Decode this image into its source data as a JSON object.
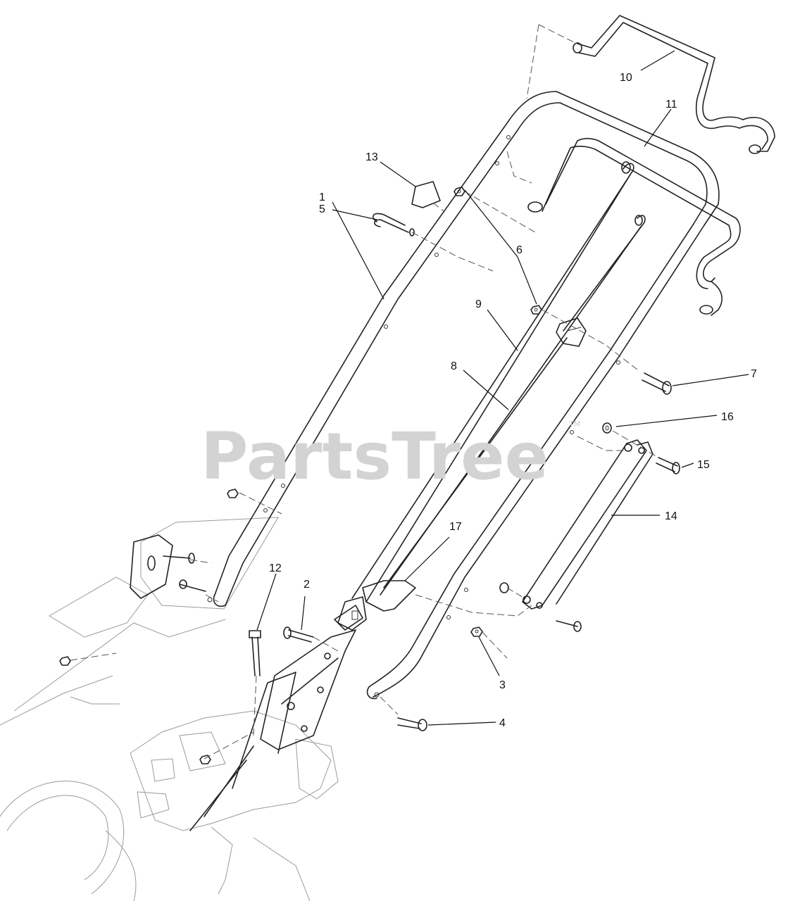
{
  "watermark": {
    "text": "PartsTree",
    "tm": "TM"
  },
  "callouts": [
    {
      "id": "c1",
      "label": "1"
    },
    {
      "id": "c2",
      "label": "2"
    },
    {
      "id": "c3",
      "label": "3"
    },
    {
      "id": "c4",
      "label": "4"
    },
    {
      "id": "c5",
      "label": "5"
    },
    {
      "id": "c6",
      "label": "6"
    },
    {
      "id": "c7",
      "label": "7"
    },
    {
      "id": "c8",
      "label": "8"
    },
    {
      "id": "c9",
      "label": "9"
    },
    {
      "id": "c10",
      "label": "10"
    },
    {
      "id": "c11",
      "label": "11"
    },
    {
      "id": "c12",
      "label": "12"
    },
    {
      "id": "c13",
      "label": "13"
    },
    {
      "id": "c14",
      "label": "14"
    },
    {
      "id": "c15",
      "label": "15"
    },
    {
      "id": "c16",
      "label": "16"
    },
    {
      "id": "c17",
      "label": "17"
    }
  ]
}
